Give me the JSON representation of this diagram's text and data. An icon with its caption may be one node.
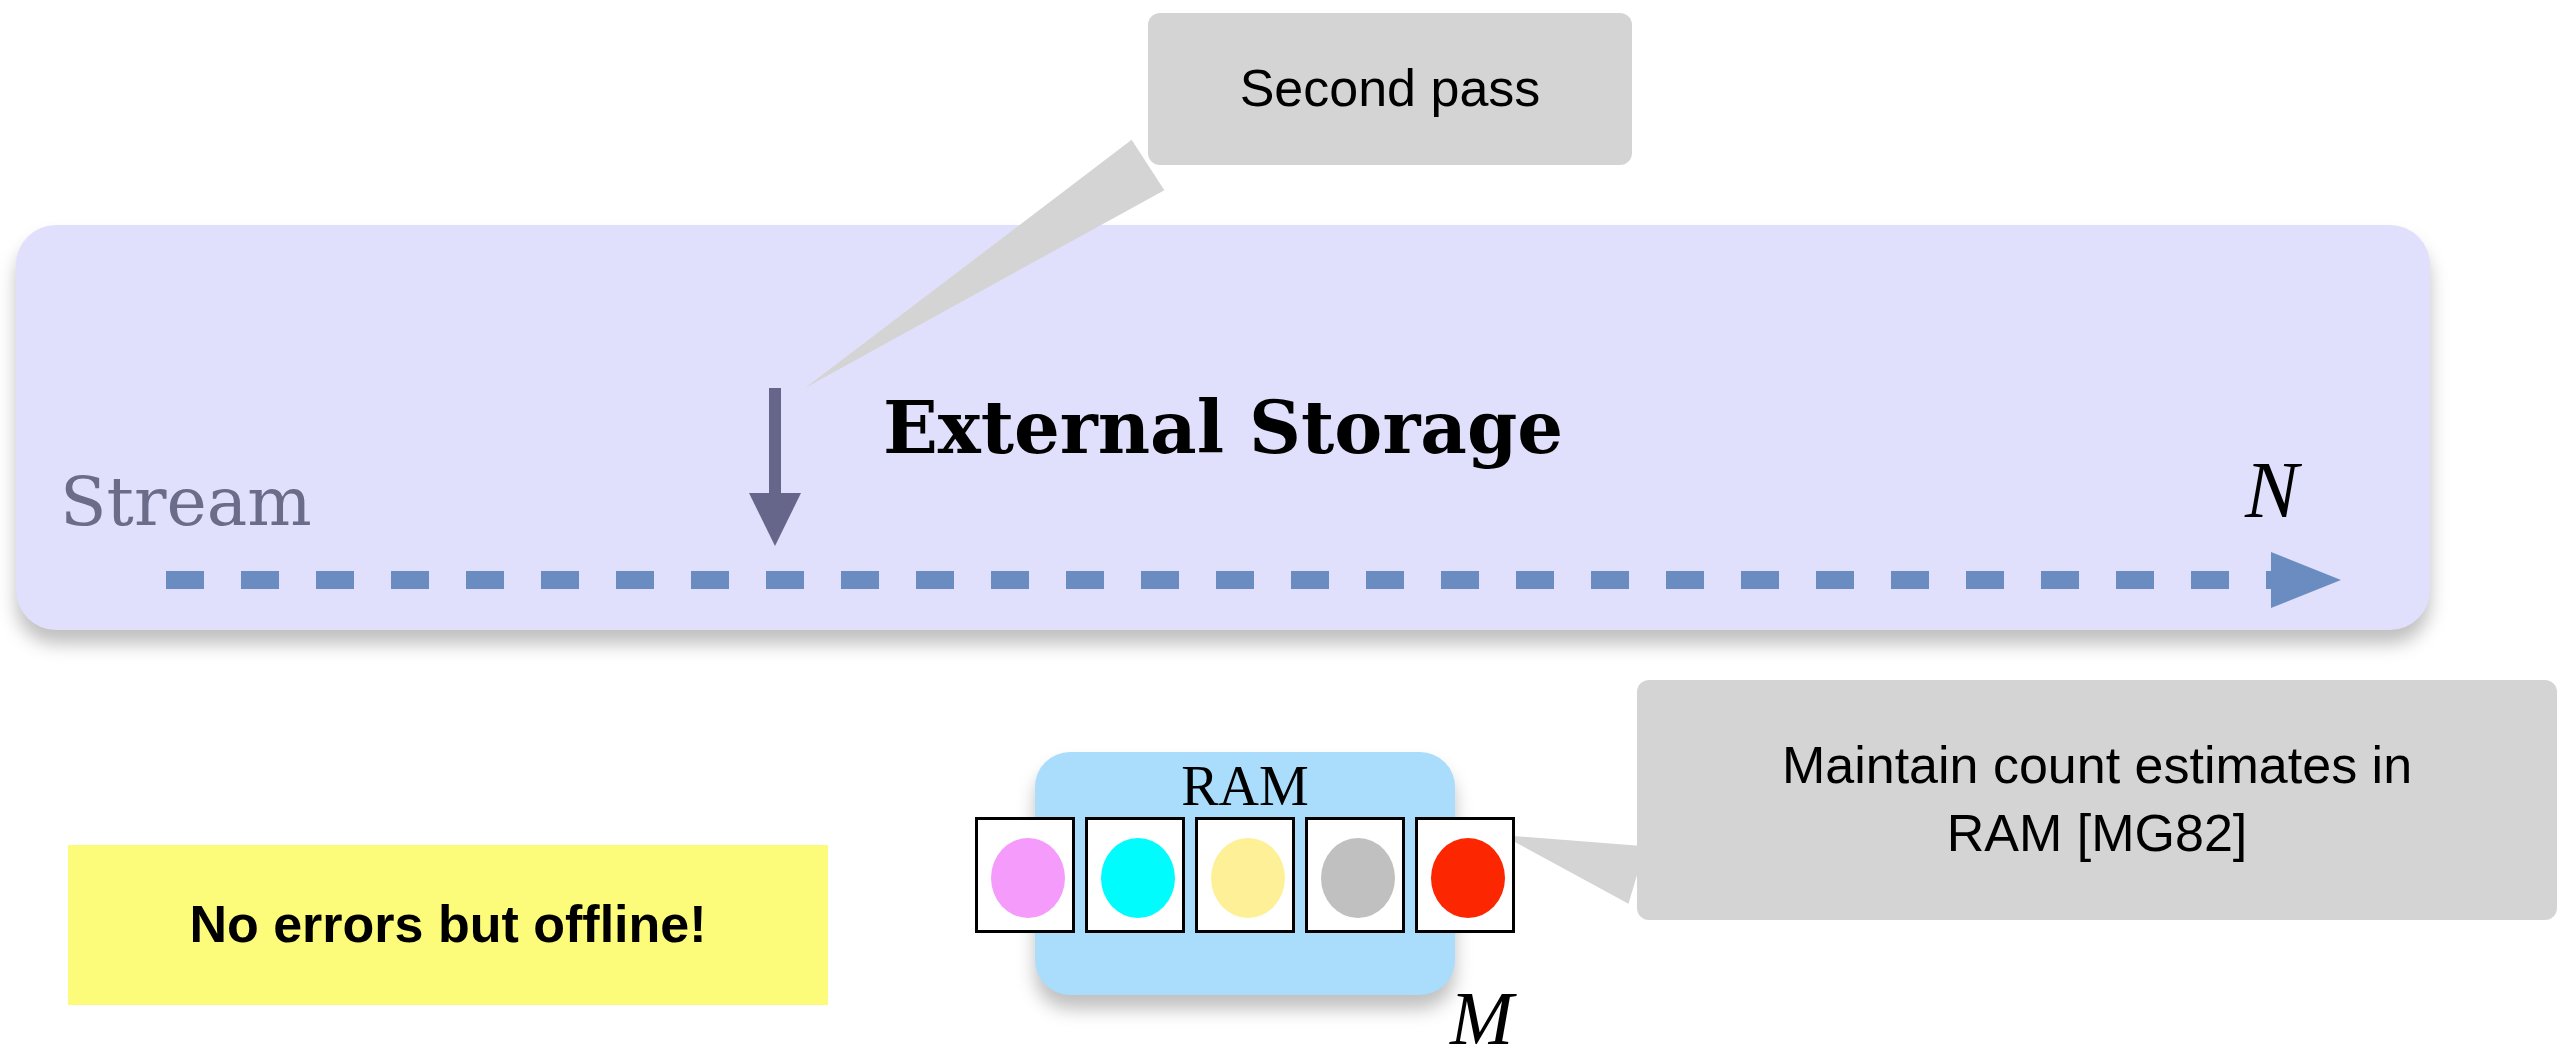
{
  "diagram": {
    "nodes": [
      {
        "text": [
          "External Storage"
        ]
      },
      {
        "text": [
          "Second pass"
        ]
      },
      {
        "text": [],
        "shape": "picture",
        "in": 0
      },
      {
        "text": [
          "Maintain count estimates in RAM [MG82]"
        ]
      },
      {
        "text": [
          "No errors but offline!"
        ]
      },
      {
        "text": [
          "RAM"
        ],
        "beside": [
          "M"
        ]
      },
      {
        "text": [],
        "shape": "box"
      },
      {
        "text": [],
        "shape": "box",
        "in": 5
      },
      {
        "text": [],
        "shape": "box",
        "in": 5
      },
      {
        "text": [],
        "shape": "box",
        "in": 5
      },
      {
        "text": [],
        "shape": "box"
      },
      {
        "text": [],
        "shape": "circle",
        "in": 6
      },
      {
        "text": [],
        "shape": "circle",
        "in": 7
      },
      {
        "text": [],
        "shape": "circle",
        "in": 8
      },
      {
        "text": [],
        "shape": "circle",
        "in": 9
      },
      {
        "text": [],
        "shape": "circle",
        "in": 10
      }
    ],
    "edges": [
      {
        "from": 1,
        "to": 2,
        "arrow": "none"
      },
      {
        "from": 3,
        "to": 15,
        "arrow": "none"
      }
    ],
    "labels": [
      "Stream",
      "N"
    ]
  }
}
